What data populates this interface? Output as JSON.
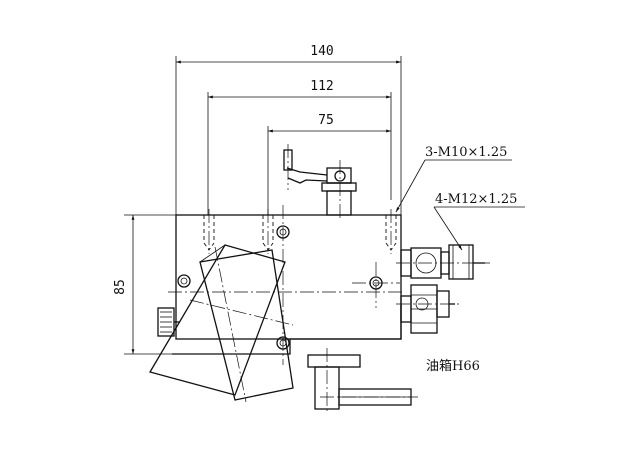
{
  "dimensions": {
    "width_140": "140",
    "width_112": "112",
    "width_75": "75",
    "height_85": "85"
  },
  "callouts": {
    "bolts_m10": "3-M10×1.25",
    "ports_m12": "4-M12×1.25",
    "tank_label": "油箱H66"
  }
}
